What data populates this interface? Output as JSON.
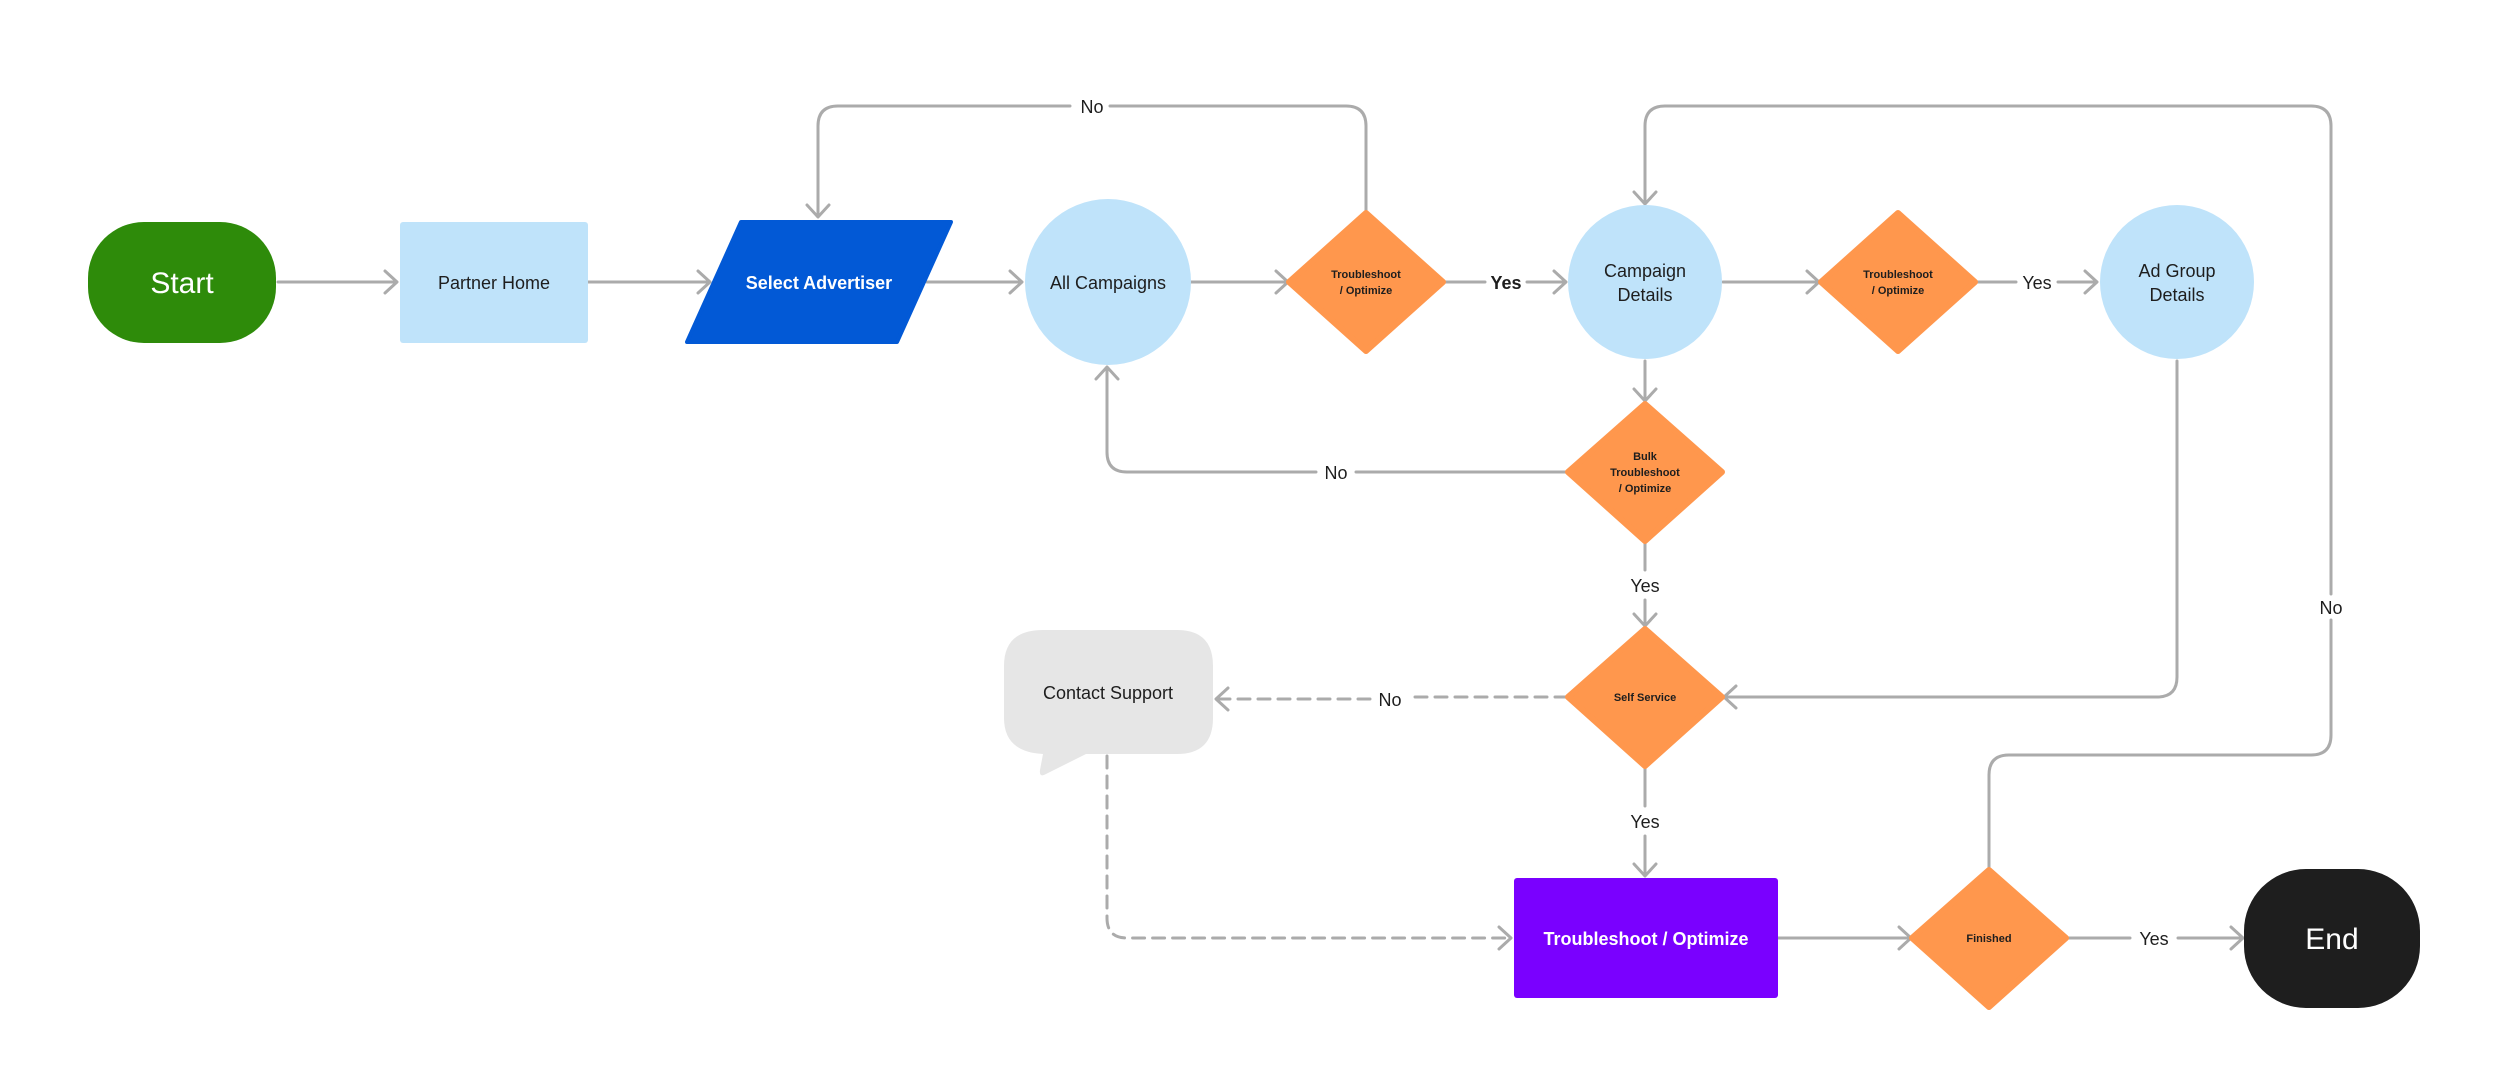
{
  "diagram": {
    "colors": {
      "start": "#2e8b0a",
      "end": "#1e1e1e",
      "light_blue": "#bfe3fa",
      "blue": "#0259d6",
      "orange": "#ff974d",
      "purple": "#7a00ff",
      "grey": "#e6e6e6",
      "edge": "#ababab"
    },
    "nodes": {
      "start": "Start",
      "partner_home": "Partner Home",
      "select_advertiser": "Select Advertiser",
      "all_campaigns": "All Campaigns",
      "decision_1": [
        "Troubleshoot",
        "/ Optimize"
      ],
      "campaign_details": [
        "Campaign",
        "Details"
      ],
      "decision_2": [
        "Troubleshoot",
        "/ Optimize"
      ],
      "ad_group_details": [
        "Ad Group",
        "Details"
      ],
      "bulk_decision": [
        "Bulk",
        "Troubleshoot",
        "/ Optimize"
      ],
      "self_service": "Self Service",
      "contact_support": "Contact Support",
      "troubleshoot_optimize": "Troubleshoot / Optimize",
      "finished": "Finished",
      "end": "End"
    },
    "edge_labels": {
      "no_top_left": "No",
      "yes_1": "Yes",
      "yes_2": "Yes",
      "no_bulk": "No",
      "yes_bulk": "Yes",
      "no_support": "No",
      "yes_self": "Yes",
      "no_right": "No",
      "yes_finished": "Yes"
    }
  }
}
